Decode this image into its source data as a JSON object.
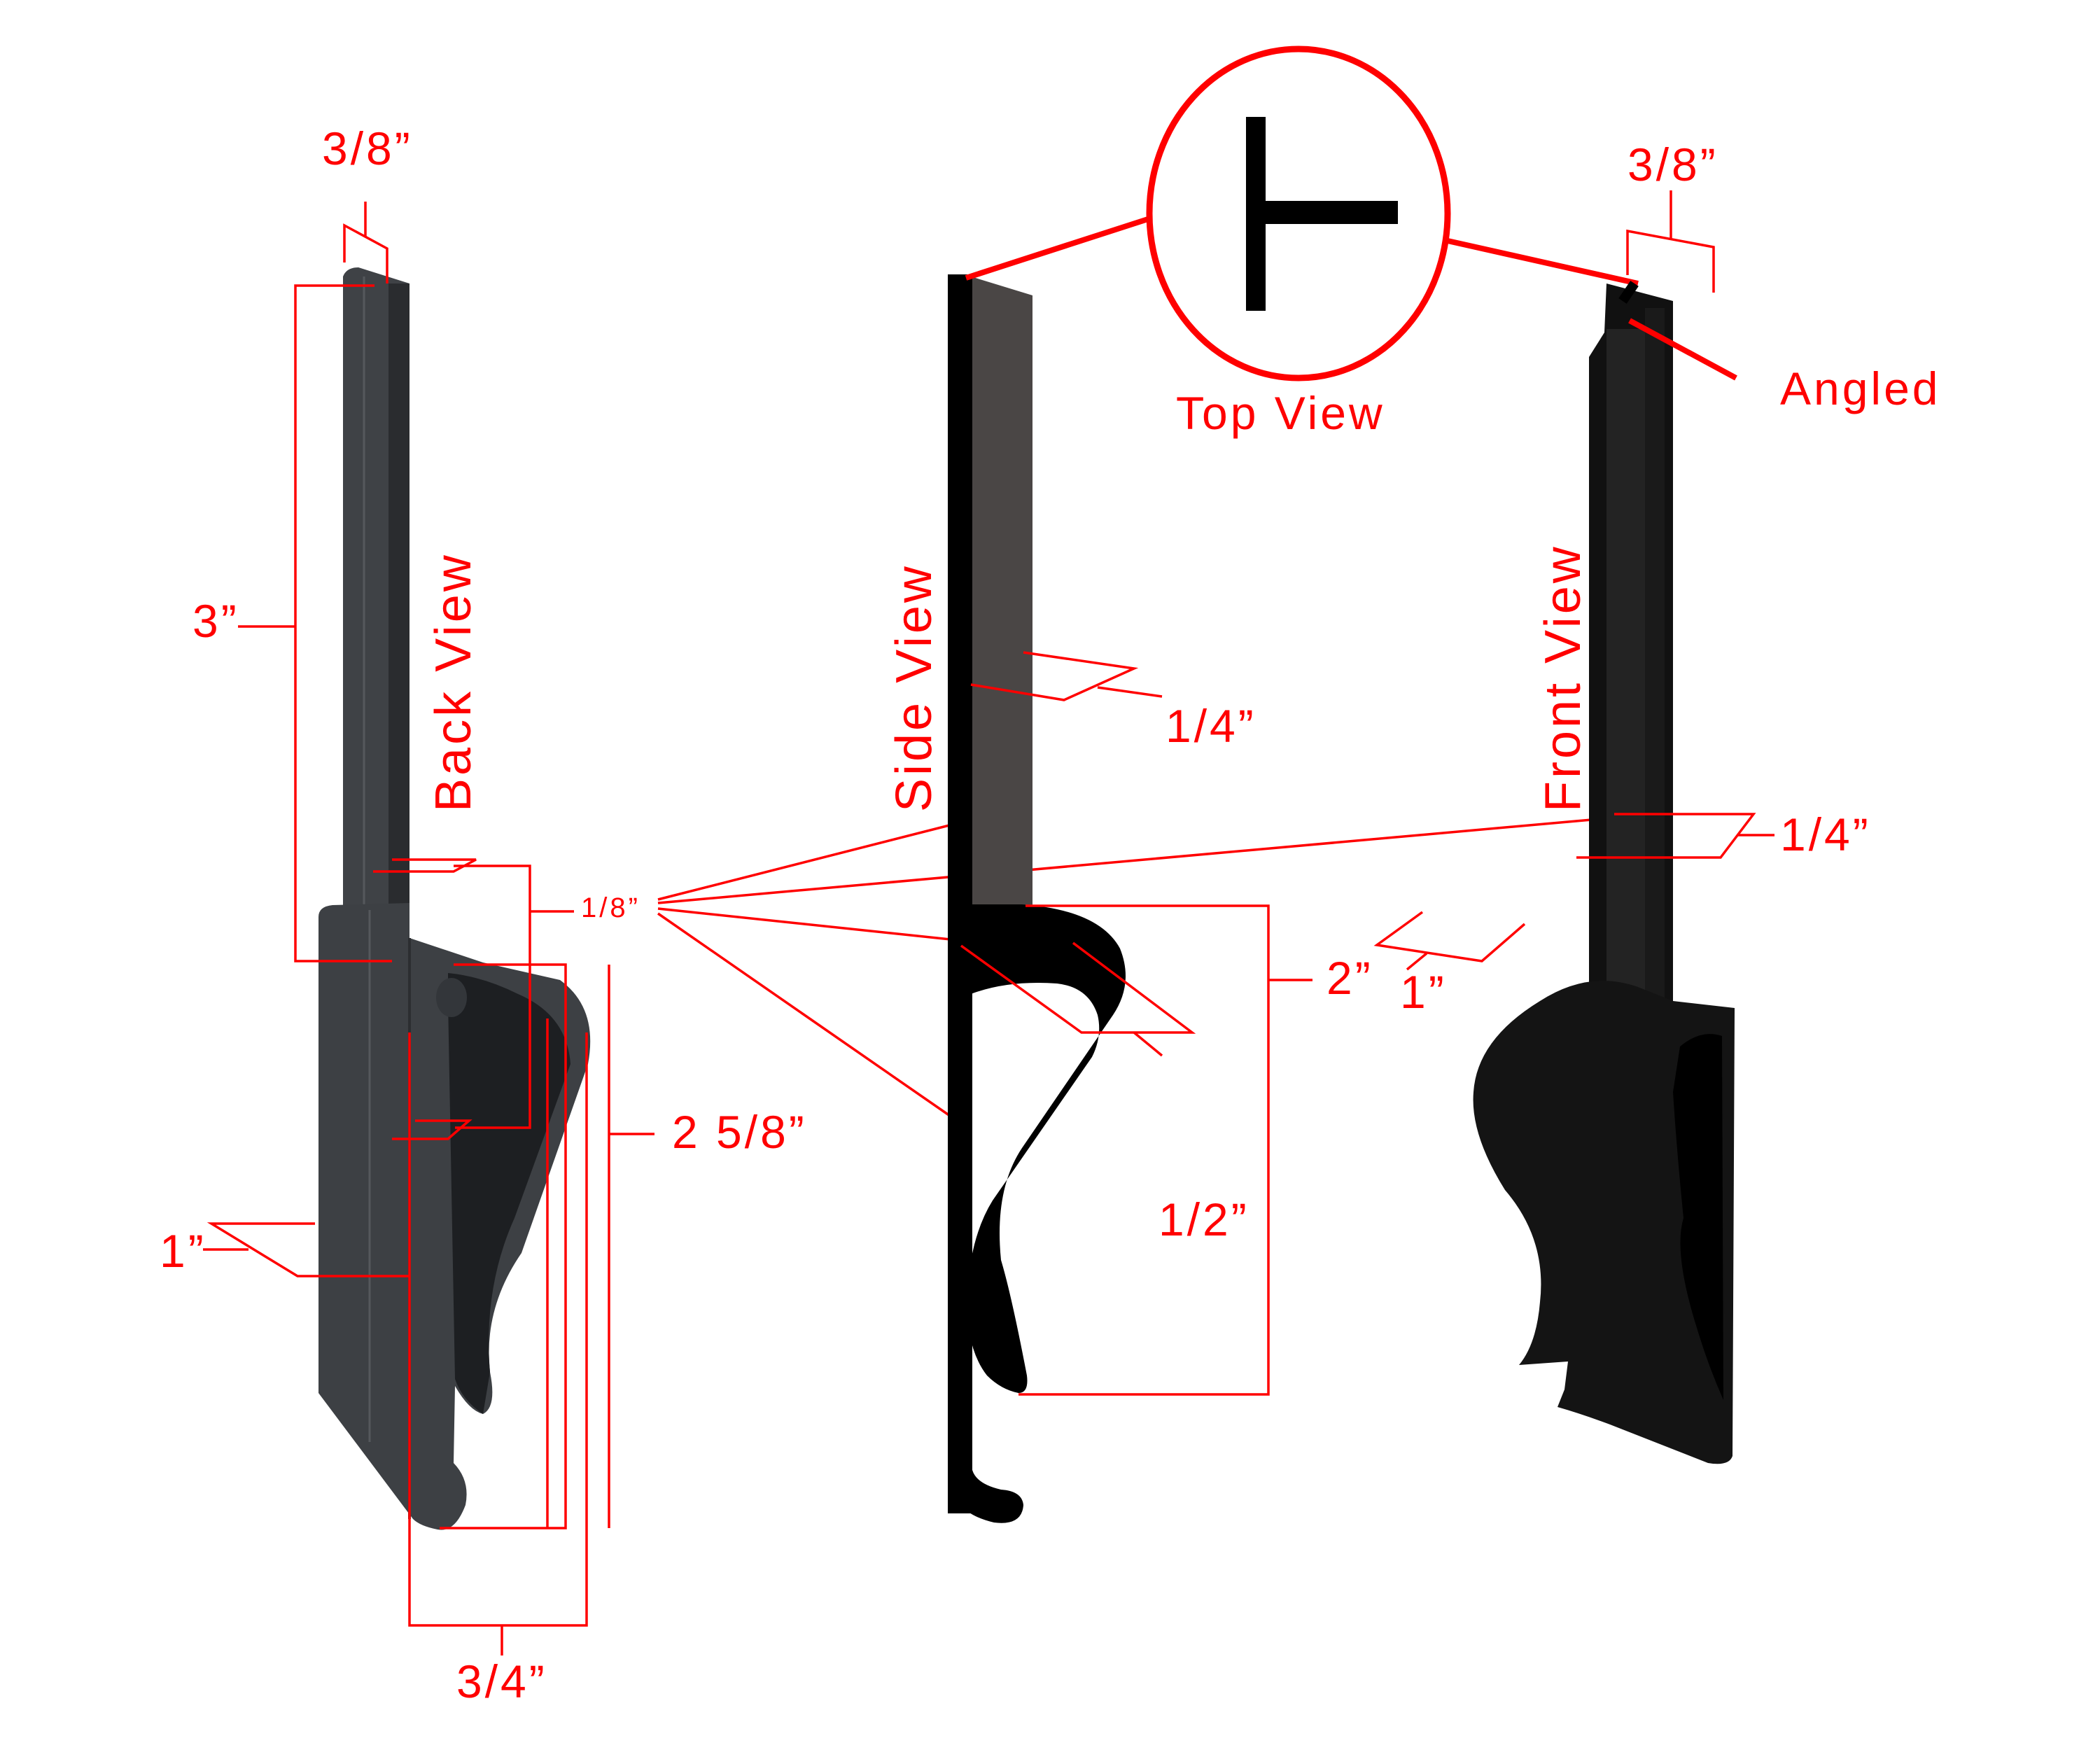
{
  "diagram": {
    "accent_color": "#ff0000",
    "part_color_back": "#3b3e42",
    "part_color_side": "#000000",
    "part_color_side_face": "#4a4645",
    "part_color_front": "#111111"
  },
  "views": {
    "back": {
      "title": "Back View",
      "dims": {
        "top_width": "3/8”",
        "shaft_height": "3”",
        "thickness": "1/8”",
        "body_height": "2 5/8”",
        "body_depth": "1”",
        "opening_width": "3/4”"
      }
    },
    "side": {
      "title": "Side View",
      "dims": {
        "shaft_width": "1/4”",
        "hook_height": "2”",
        "hook_gap": "1/2”"
      }
    },
    "top": {
      "title": "Top View"
    },
    "front": {
      "title": "Front View",
      "dims": {
        "top_width": "3/8”",
        "shaft_width": "1/4”",
        "body_depth": "1”"
      },
      "callout": "Angled"
    },
    "shared": {
      "thickness_label": "1/8”"
    }
  }
}
